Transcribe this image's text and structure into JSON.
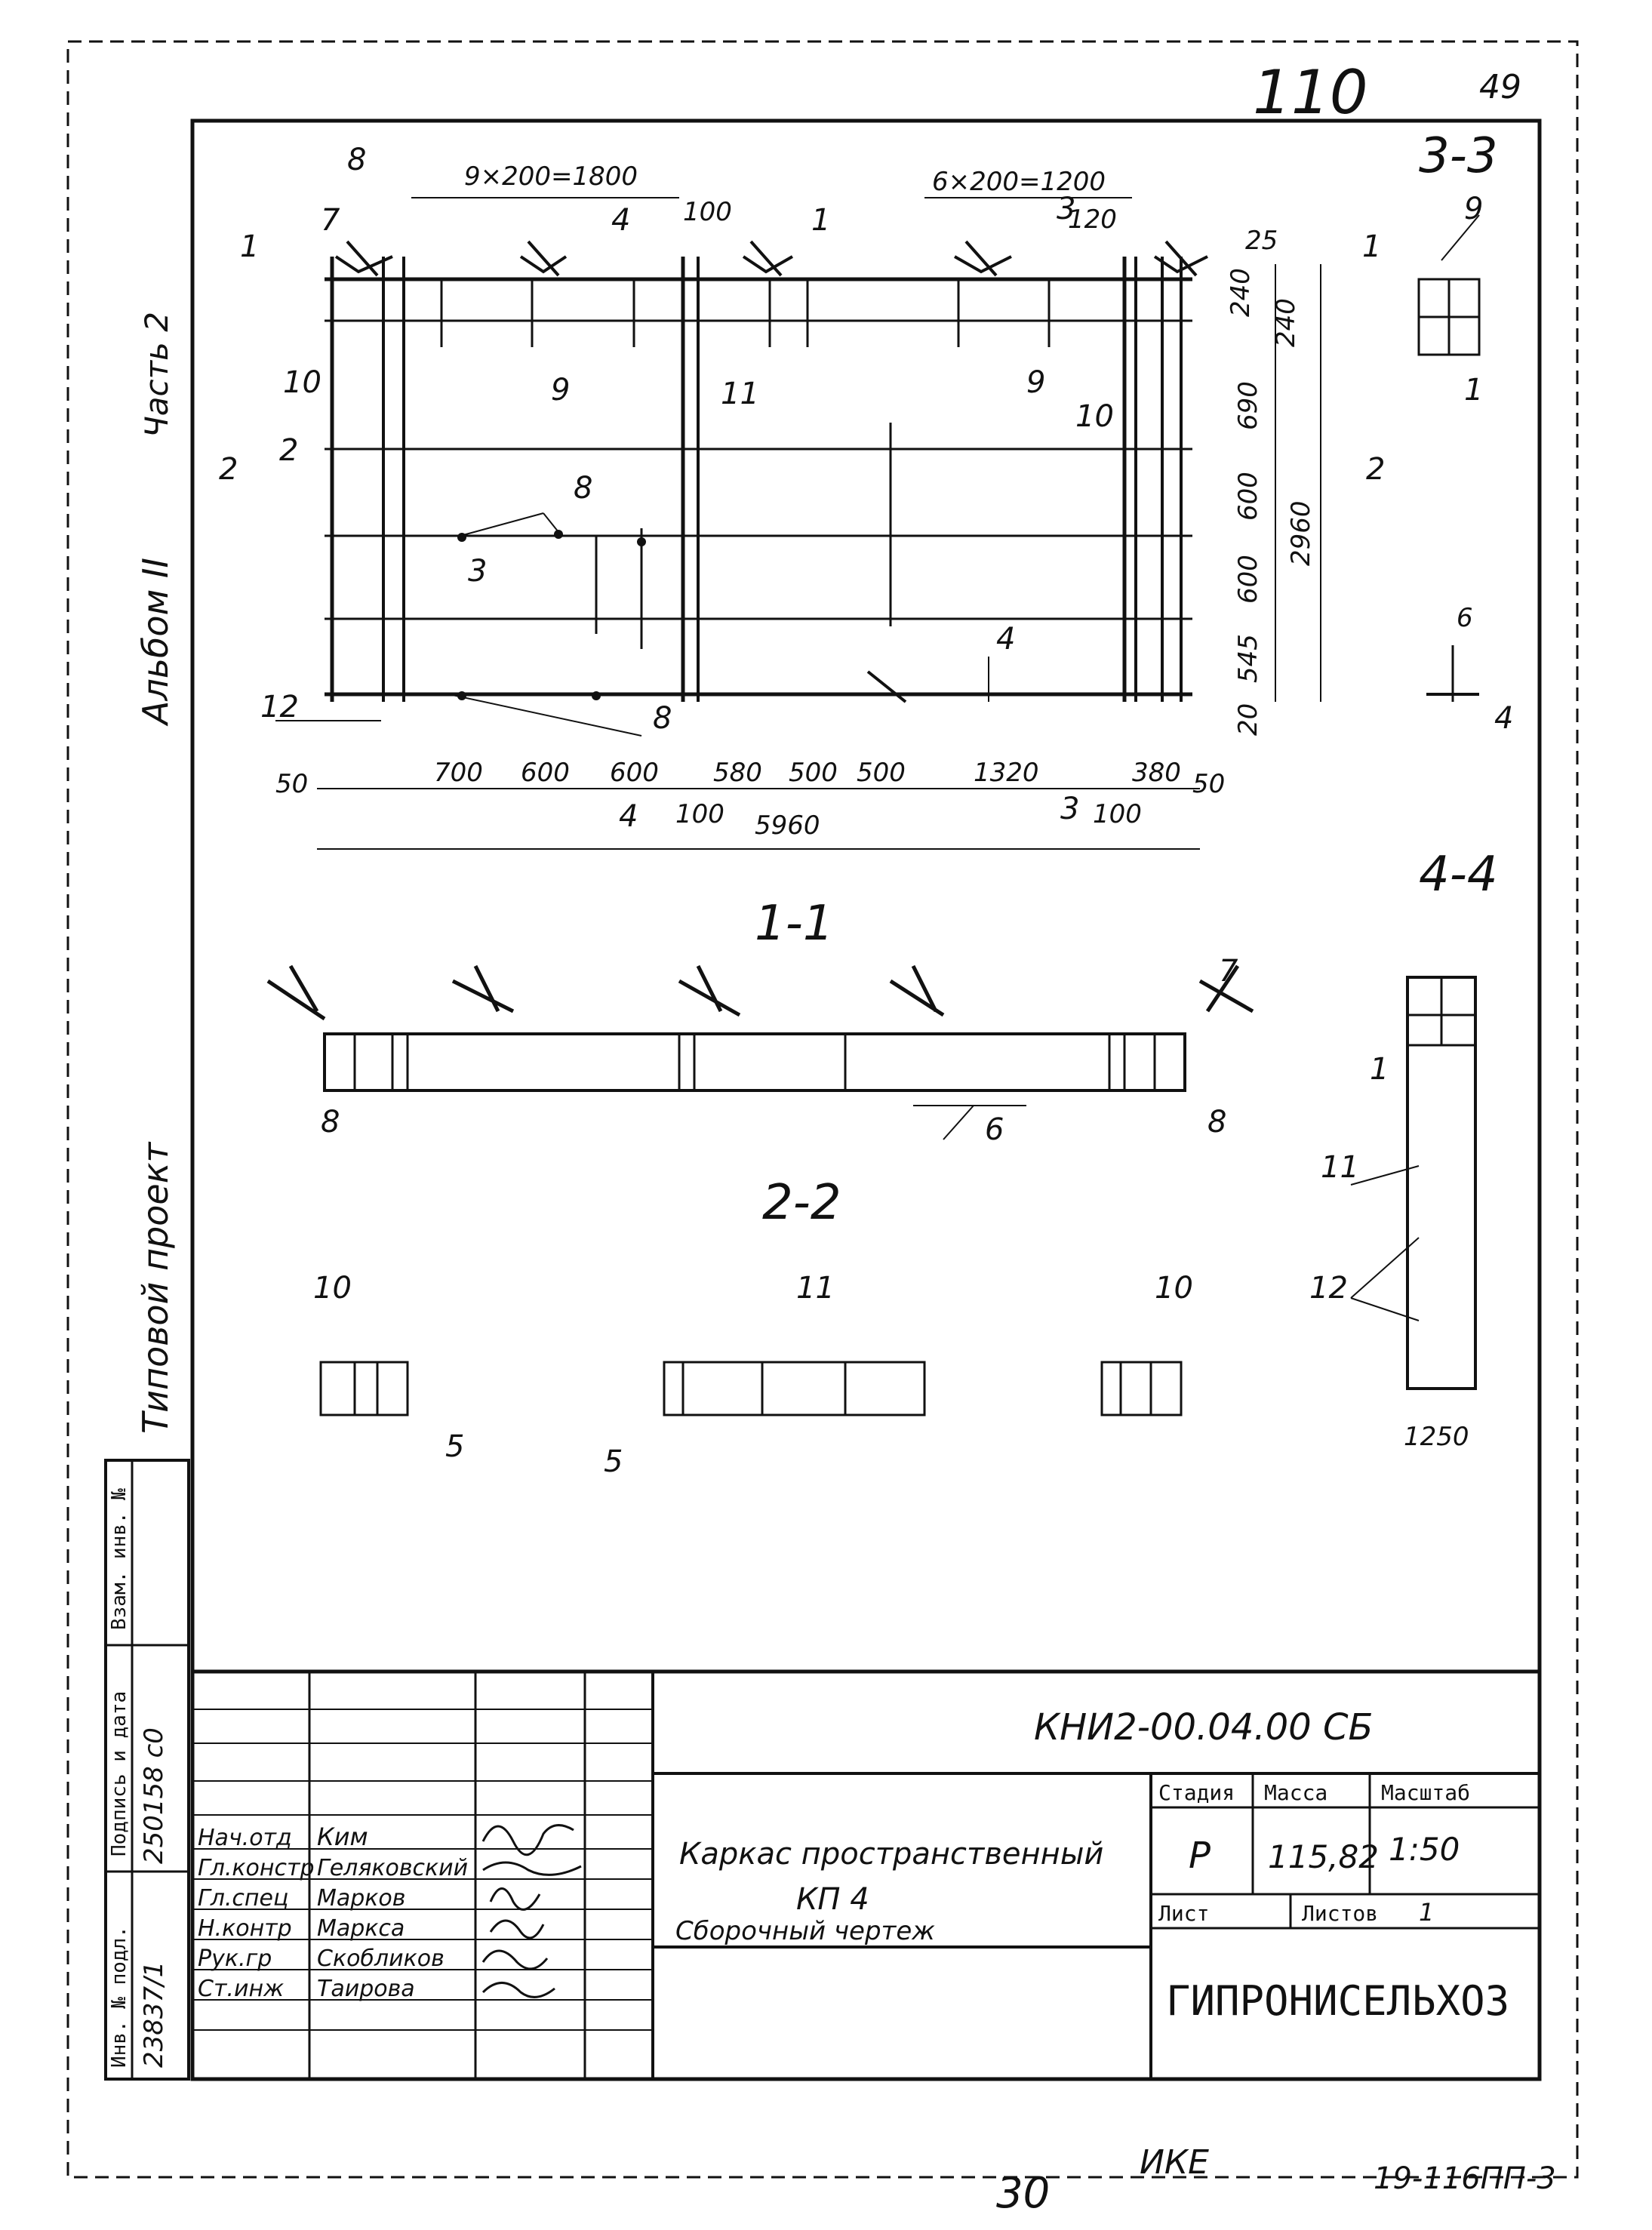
{
  "sheet": {
    "sheet_number": "110",
    "corner_mark": "49",
    "bottom_number": "30",
    "bottom_center": "ИКЕ",
    "bottom_code": "19-116ПП-3"
  },
  "left_margin": {
    "album": "Альбом II",
    "part": "Часть 2",
    "project_type": "Типовой проект"
  },
  "stamp_columns": [
    "Инв. № подл.",
    "Подпись и дата",
    "Взам. инв. №"
  ],
  "stamp_values": [
    "23837/1",
    "250158 с0"
  ],
  "views": {
    "main": {
      "title": "3-3",
      "dims_top": [
        "9×200=1800",
        "6×200=1200",
        "100",
        "120",
        "25"
      ],
      "dims_right": [
        "240",
        "240",
        "690",
        "600",
        "600",
        "545",
        "20",
        "2960"
      ],
      "dims_bottom": [
        "50",
        "700",
        "600",
        "600",
        "580",
        "500",
        "500",
        "1320",
        "380",
        "50",
        "100",
        "100",
        "5960"
      ],
      "positions": [
        "7",
        "8",
        "9",
        "10",
        "11",
        "12",
        "1",
        "2",
        "3",
        "4"
      ]
    },
    "section_1_1": {
      "title": "1-1",
      "positions": [
        "7",
        "8",
        "6"
      ]
    },
    "section_2_2": {
      "title": "2-2",
      "positions": [
        "10",
        "11",
        "5"
      ]
    },
    "section_3_3": {
      "title": "3-3",
      "positions": [
        "9",
        "1",
        "6",
        "4"
      ]
    },
    "section_4_4": {
      "title": "4-4",
      "positions": [
        "1",
        "11",
        "12"
      ],
      "dim": "1250"
    },
    "cut_markers": [
      "1",
      "2",
      "3",
      "4",
      "3",
      "4"
    ]
  },
  "title_block": {
    "doc_code": "КНИ2-00.04.00 СБ",
    "title_line1": "Каркас пространственный",
    "title_line2": "КП 4",
    "title_line3": "Сборочный чертеж",
    "stage_label": "Стадия",
    "mass_label": "Масса",
    "scale_label": "Масштаб",
    "stage": "Р",
    "mass": "115,82",
    "scale": "1:50",
    "sheet_label": "Лист",
    "sheets_label": "Листов",
    "sheets_value": "1",
    "organization": "ГИПРОНИСЕЛЬХОЗ",
    "signatures": [
      {
        "role": "Нач.отд",
        "name": "Ким"
      },
      {
        "role": "Гл.констр",
        "name": "Геляковский"
      },
      {
        "role": "Гл.спец",
        "name": "Марков"
      },
      {
        "role": "Н.контр",
        "name": "Маркса"
      },
      {
        "role": "Рук.гр",
        "name": "Скобликов"
      },
      {
        "role": "Ст.инж",
        "name": "Таирова"
      }
    ]
  }
}
